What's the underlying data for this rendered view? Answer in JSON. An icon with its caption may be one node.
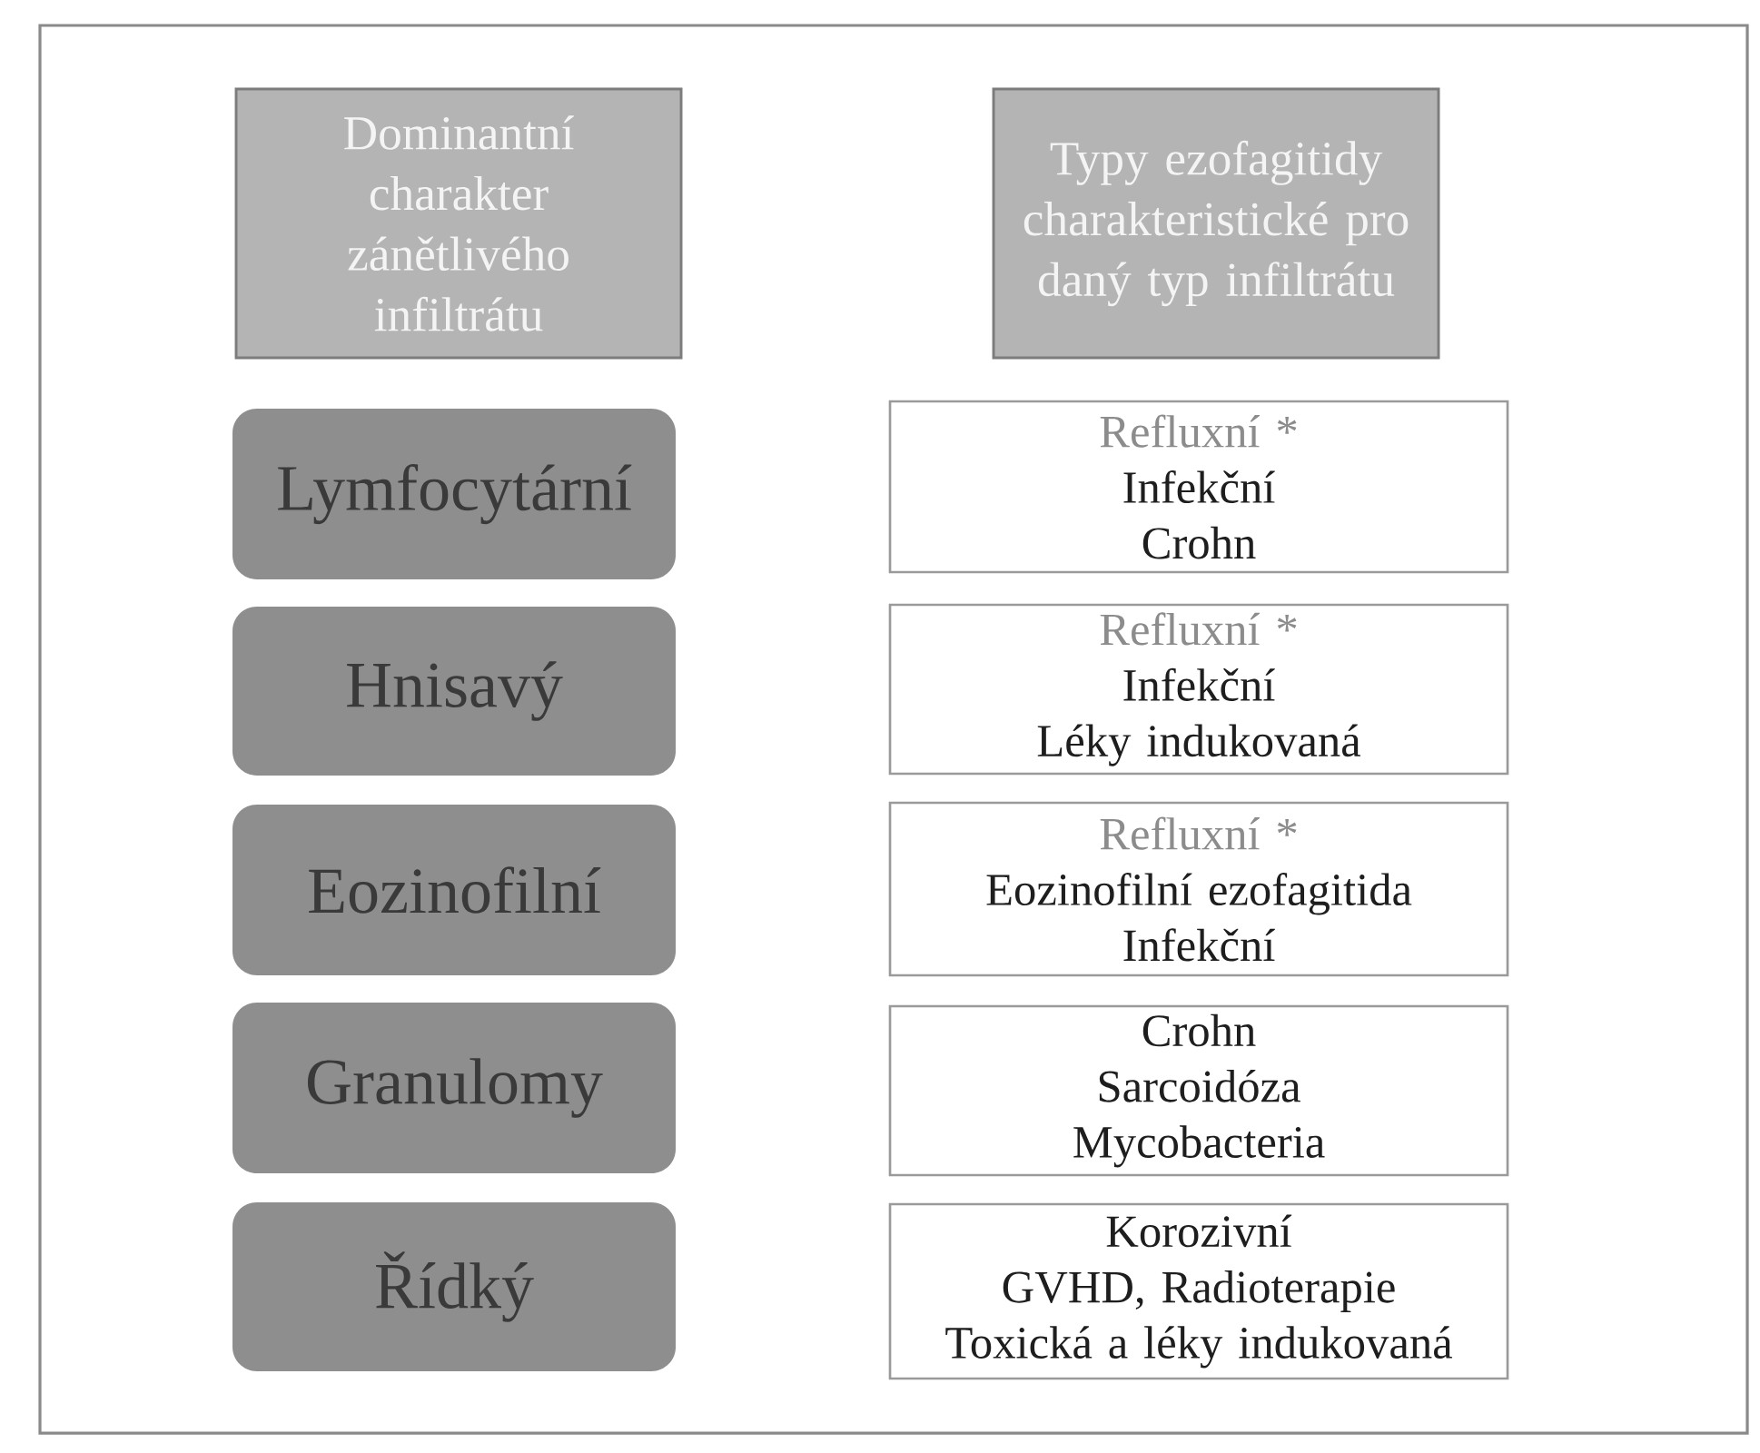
{
  "diagram": {
    "nodes": [
      {
        "text": [
          "Dominantní charakter zánětlivého infiltrátu"
        ]
      },
      {
        "text": [
          "Typy ezofagitidy charakteristické pro daný typ infiltrátu"
        ]
      },
      {
        "text": [
          "Lymfocytární"
        ]
      },
      {
        "text": [
          "Refluxní *",
          "Infekční",
          "Crohn"
        ]
      },
      {
        "text": [
          "Hnisavý"
        ]
      },
      {
        "text": [
          "Refluxní *",
          "Infekční",
          "Léky indukovaná"
        ]
      },
      {
        "text": [
          "Eozinofilní"
        ]
      },
      {
        "text": [
          "Refluxní *",
          "Eozinofilní ezofagitida",
          "Infekční"
        ]
      },
      {
        "text": [
          "Granulomy"
        ]
      },
      {
        "text": [
          "Crohn",
          "Sarcoidóza",
          "Mycobacteria"
        ]
      },
      {
        "text": [
          "Řídký"
        ]
      },
      {
        "text": [
          "Korozivní",
          "GVHD, Radioterapie",
          "Toxická a léky indukovaná"
        ]
      }
    ]
  }
}
